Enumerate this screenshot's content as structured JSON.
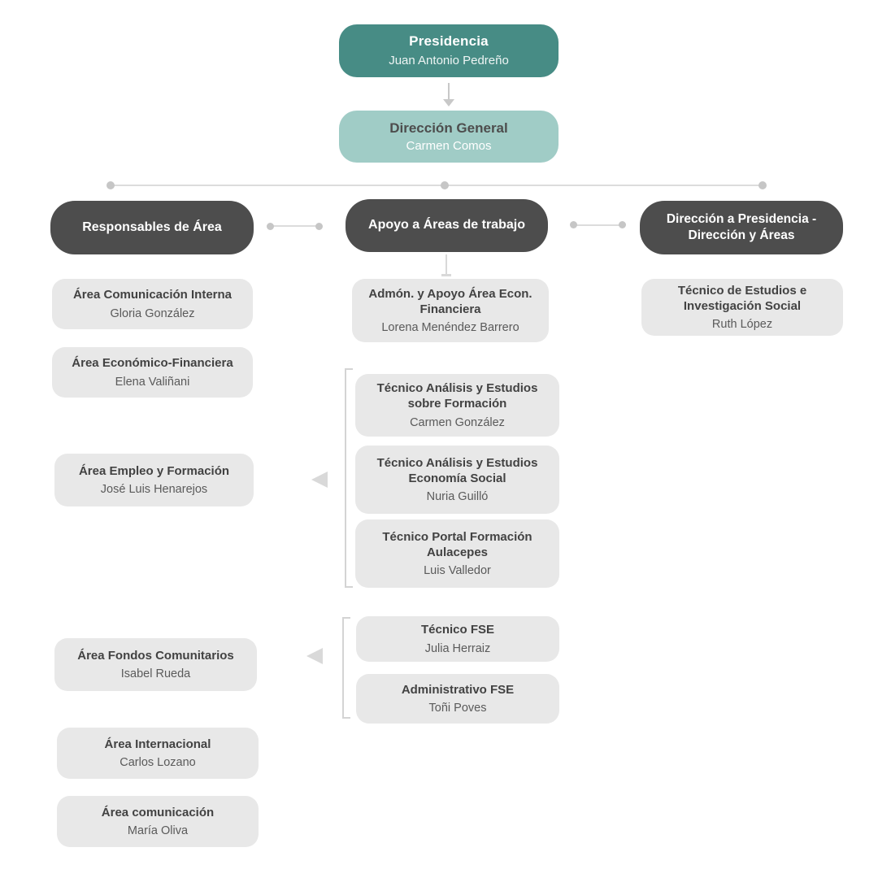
{
  "colors": {
    "teal_dark": "#478C85",
    "teal_light": "#A0CCC6",
    "gray_dark": "#4D4D4D",
    "gray_light_box": "#E8E8E8",
    "connector_line": "#DCDCDC",
    "connector_dot": "#C6C6C6",
    "triangle": "#D9D9D9",
    "background": "#FFFFFF"
  },
  "top": {
    "presidencia": {
      "title": "Presidencia",
      "name": "Juan Antonio Pedreño"
    },
    "direccion_general": {
      "title": "Dirección General",
      "name": "Carmen Comos"
    }
  },
  "headers": {
    "left": "Responsables de Área",
    "center": "Apoyo a Áreas de trabajo",
    "right": "Dirección a Presidencia - Dirección y Áreas"
  },
  "left_column": {
    "items": [
      {
        "title": "Área Comunicación Interna",
        "name": "Gloria González"
      },
      {
        "title": "Área Económico-Financiera",
        "name": "Elena Valiñani"
      },
      {
        "title": "Área Empleo y Formación",
        "name": "José Luis Henarejos"
      },
      {
        "title": "Área Fondos Comunitarios",
        "name": "Isabel Rueda"
      },
      {
        "title": "Área Internacional",
        "name": "Carlos Lozano"
      },
      {
        "title": "Área comunicación",
        "name": "María Oliva"
      }
    ]
  },
  "center_column": {
    "items": [
      {
        "title": "Admón. y Apoyo Área Econ. Financiera",
        "name": "Lorena Menéndez Barrero"
      },
      {
        "title": "Técnico  Análisis y Estudios sobre Formación",
        "name": "Carmen González"
      },
      {
        "title": "Técnico Análisis y Estudios Economía Social",
        "name": "Nuria Guilló"
      },
      {
        "title": "Técnico Portal Formación Aulacepes",
        "name": "Luis Valledor"
      },
      {
        "title": "Técnico FSE",
        "name": "Julia Herraiz"
      },
      {
        "title": "Administrativo FSE",
        "name": "Toñi Poves"
      }
    ]
  },
  "right_column": {
    "items": [
      {
        "title": "Técnico de Estudios e Investigación Social",
        "name": "Ruth López"
      }
    ]
  }
}
